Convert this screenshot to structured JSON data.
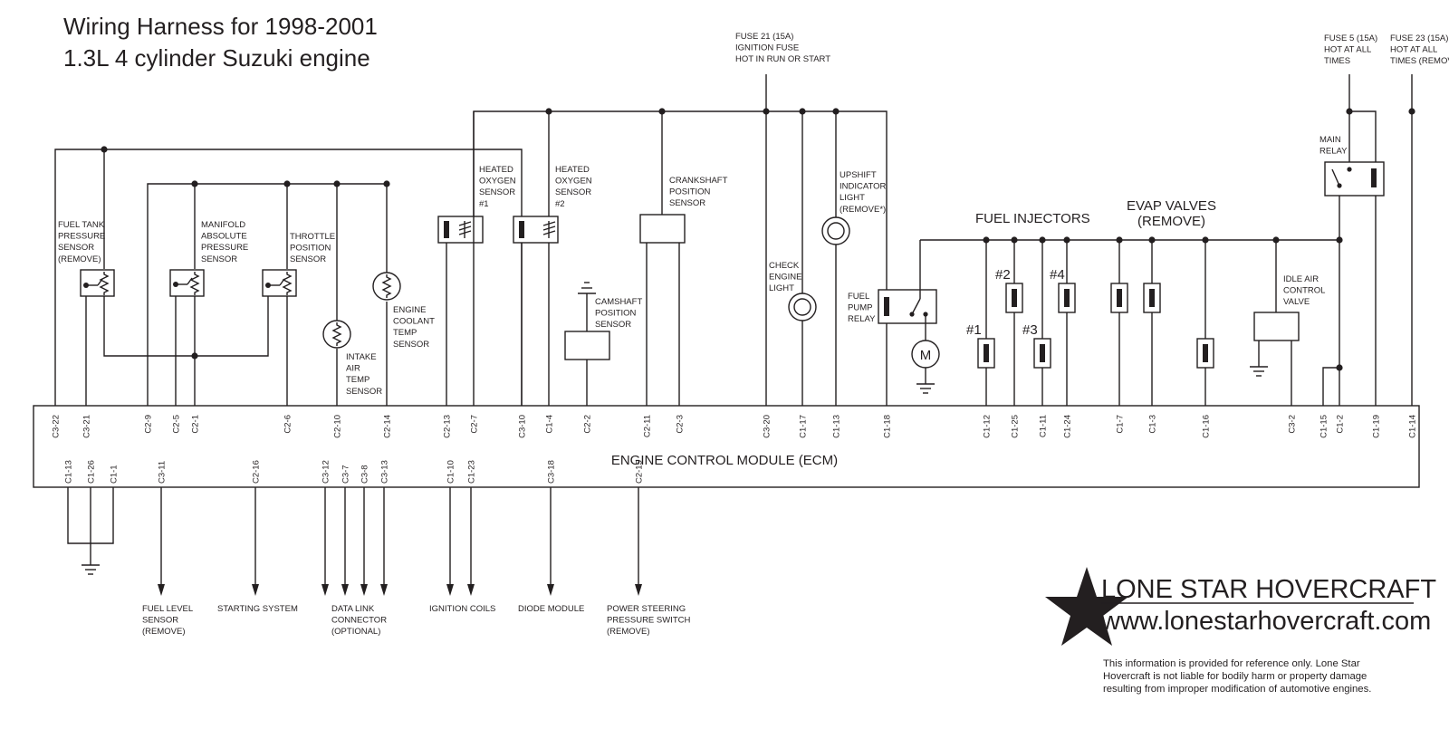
{
  "title": {
    "line1": "Wiring Harness for 1998-2001",
    "line2": "1.3L  4 cylinder Suzuki engine"
  },
  "ecm": {
    "label": "ENGINE CONTROL MODULE (ECM)"
  },
  "top_pins": [
    "C3-22",
    "C3-21",
    "C2-9",
    "C2-5",
    "C2-1",
    "C2-6",
    "C2-10",
    "C2-14",
    "C2-13",
    "C2-7",
    "C3-10",
    "C1-4",
    "C2-2",
    "C2-11",
    "C2-3",
    "C3-20",
    "C1-17",
    "C1-13",
    "C1-18",
    "C1-12",
    "C1-25",
    "C1-11",
    "C1-24",
    "C1-7",
    "C1-3",
    "C1-16",
    "C3-2",
    "C1-15",
    "C1-2",
    "C1-19",
    "C1-14"
  ],
  "bottom_pins": [
    "C1-13",
    "C1-26",
    "C1-1",
    "C3-11",
    "C2-16",
    "C3-12",
    "C3-7",
    "C3-8",
    "C3-13",
    "C1-10",
    "C1-23",
    "C3-18",
    "C2-15"
  ],
  "components": {
    "fuel_tank": [
      "FUEL TANK",
      "PRESSURE",
      "SENSOR",
      "(REMOVE)"
    ],
    "map": [
      "MANIFOLD",
      "ABSOLUTE",
      "PRESSURE",
      "SENSOR"
    ],
    "tps": [
      "THROTTLE",
      "POSITION",
      "SENSOR"
    ],
    "iat": [
      "INTAKE",
      "AIR",
      "TEMP",
      "SENSOR"
    ],
    "ect": [
      "ENGINE",
      "COOLANT",
      "TEMP",
      "SENSOR"
    ],
    "ho2s1": [
      "HEATED",
      "OXYGEN",
      "SENSOR",
      "#1"
    ],
    "ho2s2": [
      "HEATED",
      "OXYGEN",
      "SENSOR",
      "#2"
    ],
    "cmp": [
      "CAMSHAFT",
      "POSITION",
      "SENSOR"
    ],
    "ckp": [
      "CRANKSHAFT",
      "POSITION",
      "SENSOR"
    ],
    "fuse21": [
      "FUSE 21 (15A)",
      "IGNITION FUSE",
      "HOT IN RUN OR START"
    ],
    "check_engine": [
      "CHECK",
      "ENGINE",
      "LIGHT"
    ],
    "upshift": [
      "UPSHIFT",
      "INDICATOR",
      "LIGHT",
      "(REMOVE*)"
    ],
    "fuel_pump_relay": [
      "FUEL",
      "PUMP",
      "RELAY"
    ],
    "motor": "M",
    "fuel_injectors": "FUEL INJECTORS",
    "evap": [
      "EVAP VALVES",
      "(REMOVE)"
    ],
    "inj1": "#1",
    "inj2": "#2",
    "inj3": "#3",
    "inj4": "#4",
    "iac": [
      "IDLE AIR",
      "CONTROL",
      "VALVE"
    ],
    "main_relay": [
      "MAIN",
      "RELAY"
    ],
    "fuse5": [
      "FUSE 5 (15A)",
      "HOT AT ALL",
      "TIMES"
    ],
    "fuse23": [
      "FUSE 23 (15A)",
      "HOT AT ALL",
      "TIMES (REMOV"
    ]
  },
  "outputs": {
    "fuel_level": [
      "FUEL LEVEL",
      "SENSOR",
      "(REMOVE)"
    ],
    "starting": [
      "STARTING SYSTEM"
    ],
    "dlc": [
      "DATA LINK",
      "CONNECTOR",
      "(OPTIONAL)"
    ],
    "coils": [
      "IGNITION COILS"
    ],
    "diode": [
      "DIODE MODULE"
    ],
    "ps": [
      "POWER STEERING",
      "PRESSURE SWITCH",
      "(REMOVE)"
    ]
  },
  "brand": {
    "name": "LONE STAR HOVERCRAFT",
    "url": "www.lonestarhovercraft.com"
  },
  "disclaimer": [
    "This information is provided for reference only. Lone Star",
    "Hovercraft is not liable for bodily harm or property damage",
    "resulting from improper modification of automotive engines."
  ]
}
